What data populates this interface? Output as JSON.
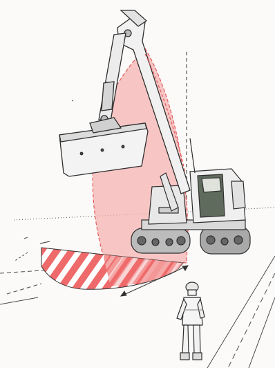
{
  "image": {
    "background": "#fbfaf8",
    "danger_zone_color": "#ef6a6a",
    "danger_zone_fill": "#f4b3b3",
    "outline_color": "#3a3a3a",
    "cab_window_color": "#5f6b5c"
  },
  "scene_elements": [
    "excavator-boom",
    "excavator-arm",
    "excavator-bucket",
    "excavator-cab",
    "excavator-tracks",
    "swing-danger-zone",
    "ground-danger-area",
    "worker-figure",
    "road-lines"
  ]
}
